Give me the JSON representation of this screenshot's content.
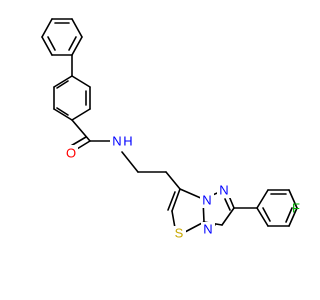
{
  "colors": {
    "bond": "#000000",
    "oxygen": "#ff0000",
    "nitrogen": "#0000ff",
    "sulfur": "#c8a800",
    "fluorine": "#00b000",
    "background": "#ffffff"
  },
  "atom_labels": {
    "oxygen": "O",
    "amide_nitrogen": "N",
    "amide_hydrogen": "H",
    "ring_nitrogen_1": "N",
    "ring_nitrogen_2": "N",
    "ring_nitrogen_3": "N",
    "sulfur": "S",
    "fluorine": "F"
  }
}
